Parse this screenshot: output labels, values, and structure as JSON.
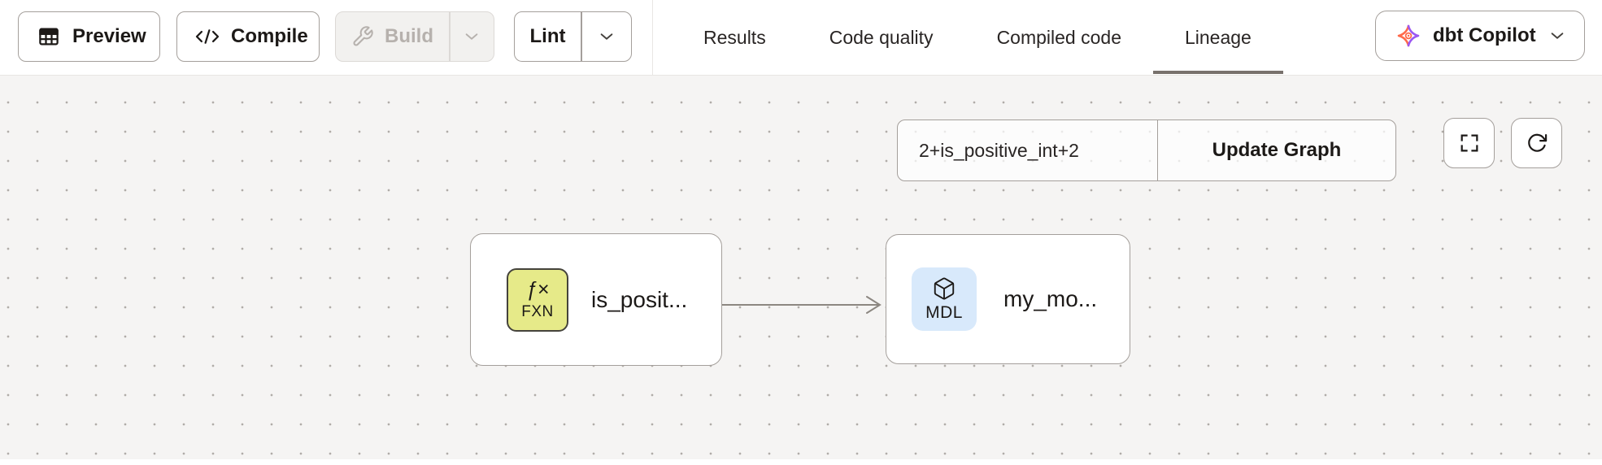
{
  "header": {
    "buttons": {
      "preview": "Preview",
      "compile": "Compile",
      "build": "Build",
      "lint": "Lint"
    },
    "tabs": [
      {
        "label": "Results"
      },
      {
        "label": "Code quality"
      },
      {
        "label": "Compiled code"
      },
      {
        "label": "Lineage"
      }
    ],
    "active_tab": "Lineage",
    "copilot_label": "dbt Copilot"
  },
  "lineage": {
    "selector_value": "2+is_positive_int+2",
    "update_button_label": "Update Graph",
    "nodes": [
      {
        "kind": "function",
        "badge_symbol": "ƒ×",
        "badge_label": "FXN",
        "name": "is_posit..."
      },
      {
        "kind": "model",
        "badge_label": "MDL",
        "name": "my_mo..."
      }
    ],
    "edges": [
      {
        "from": "is_posit...",
        "to": "my_mo..."
      }
    ]
  },
  "colors": {
    "function_badge_bg": "#e6ea89",
    "model_badge_bg": "#d8e9fb",
    "dbt_logo_orange": "#ff694a",
    "dbt_logo_purple": "#9b57f2",
    "tab_underline": "#78716c",
    "canvas_bg": "#f5f4f3",
    "edge_stroke": "#8c8781"
  }
}
